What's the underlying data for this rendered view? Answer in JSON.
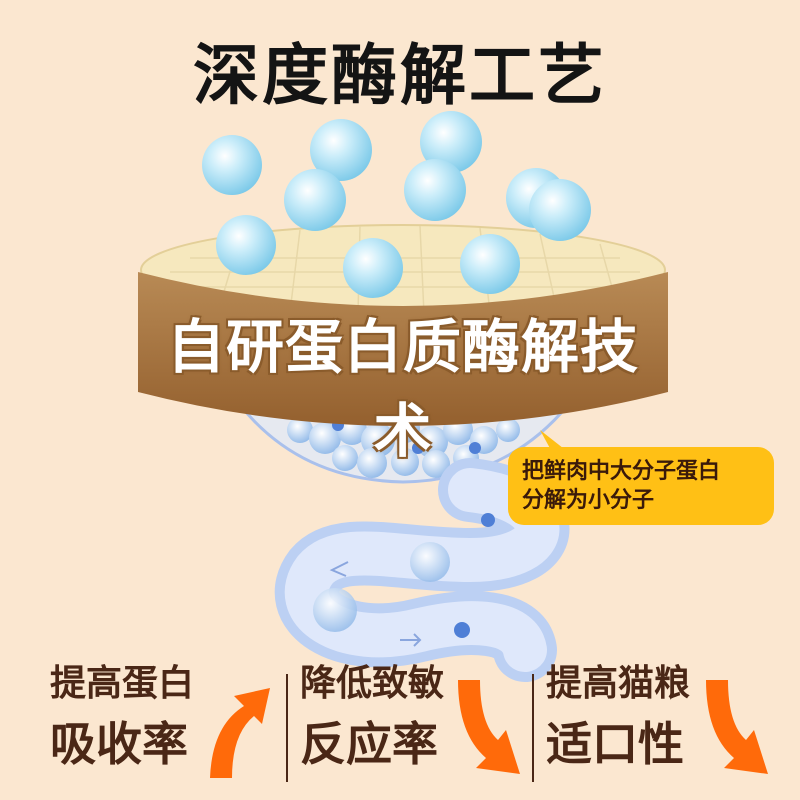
{
  "title": "深度酶解工艺",
  "band_label": "自研蛋白质酶解技术",
  "callout": {
    "line1": "把鲜肉中大分子蛋白",
    "line2": "分解为小分子"
  },
  "features": [
    {
      "line1": "提高蛋白",
      "line2": "吸收率",
      "arrow": "up-arrow-icon"
    },
    {
      "line1": "降低致敏",
      "line2": "反应率",
      "arrow": "down-arrow-icon"
    },
    {
      "line1": "提高猫粮",
      "line2": "适口性",
      "arrow": "down-arrow-icon"
    }
  ],
  "colors": {
    "background": "#fbe7d0",
    "band": "#a8753f",
    "arrow": "#ff6a0a",
    "callout": "#ffc015",
    "text_dark": "#4a2716"
  }
}
